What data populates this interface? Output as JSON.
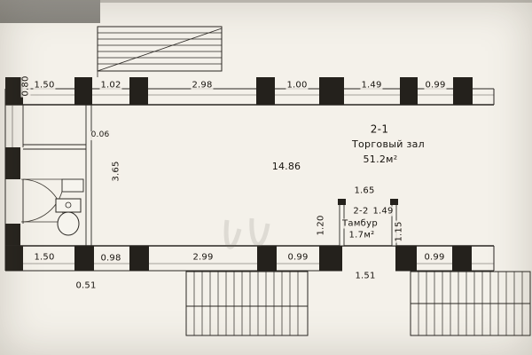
{
  "drawing": {
    "rooms": {
      "main": {
        "number": "2-1",
        "name": "Торговый зал",
        "area": "51.2м²"
      },
      "vestibule": {
        "number": "2-2",
        "aux": "1.49",
        "name": "Тамбур",
        "area": "1.7м²"
      }
    },
    "dims": {
      "top": [
        "0.80",
        "1.50",
        "1.02",
        "2.98",
        "1.00",
        "1.49",
        "0.99"
      ],
      "bottom": [
        "1.50",
        "0.98",
        "2.99",
        "0.99",
        "0.99"
      ],
      "pier_width": "0.51",
      "entry_width": "1.51",
      "partition_offset": "0.06",
      "hall_width": "3.65",
      "hall_length": "14.86",
      "vestibule_width": "1.65",
      "vestibule_depth_left": "1.20",
      "vestibule_depth_right": "1.15"
    }
  }
}
